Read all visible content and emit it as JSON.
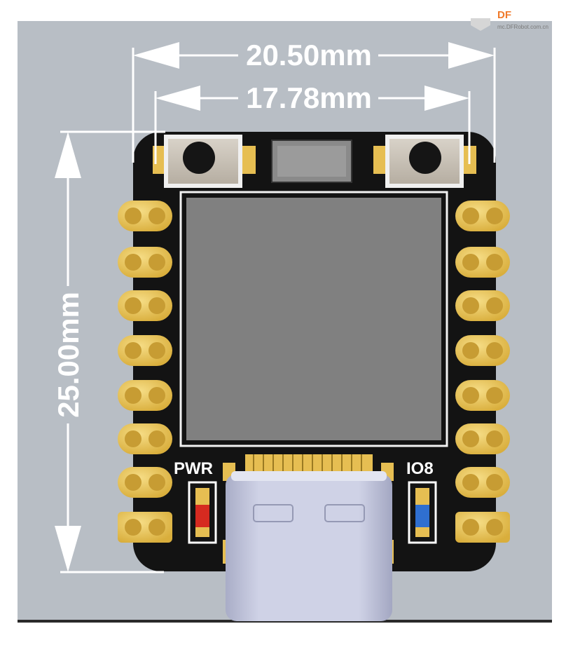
{
  "watermark": {
    "brand": "DF",
    "url": "mc.DFRobot.com.cn"
  },
  "dimensions": {
    "outer_width": "20.50mm",
    "pin_pitch_width": "17.78mm",
    "height": "25.00mm"
  },
  "silkscreen": {
    "power_led_label": "PWR",
    "user_led_label": "IO8"
  },
  "colors": {
    "background": "#b7bdc4",
    "pcb": "#141414",
    "pad_gold": "#e8c053",
    "screen": "#7f7f7f",
    "usb_shell": "#c6c9dd",
    "led_red": "#d62a20",
    "led_blue": "#2f6fd0",
    "dimension_lines": "#ffffff"
  }
}
